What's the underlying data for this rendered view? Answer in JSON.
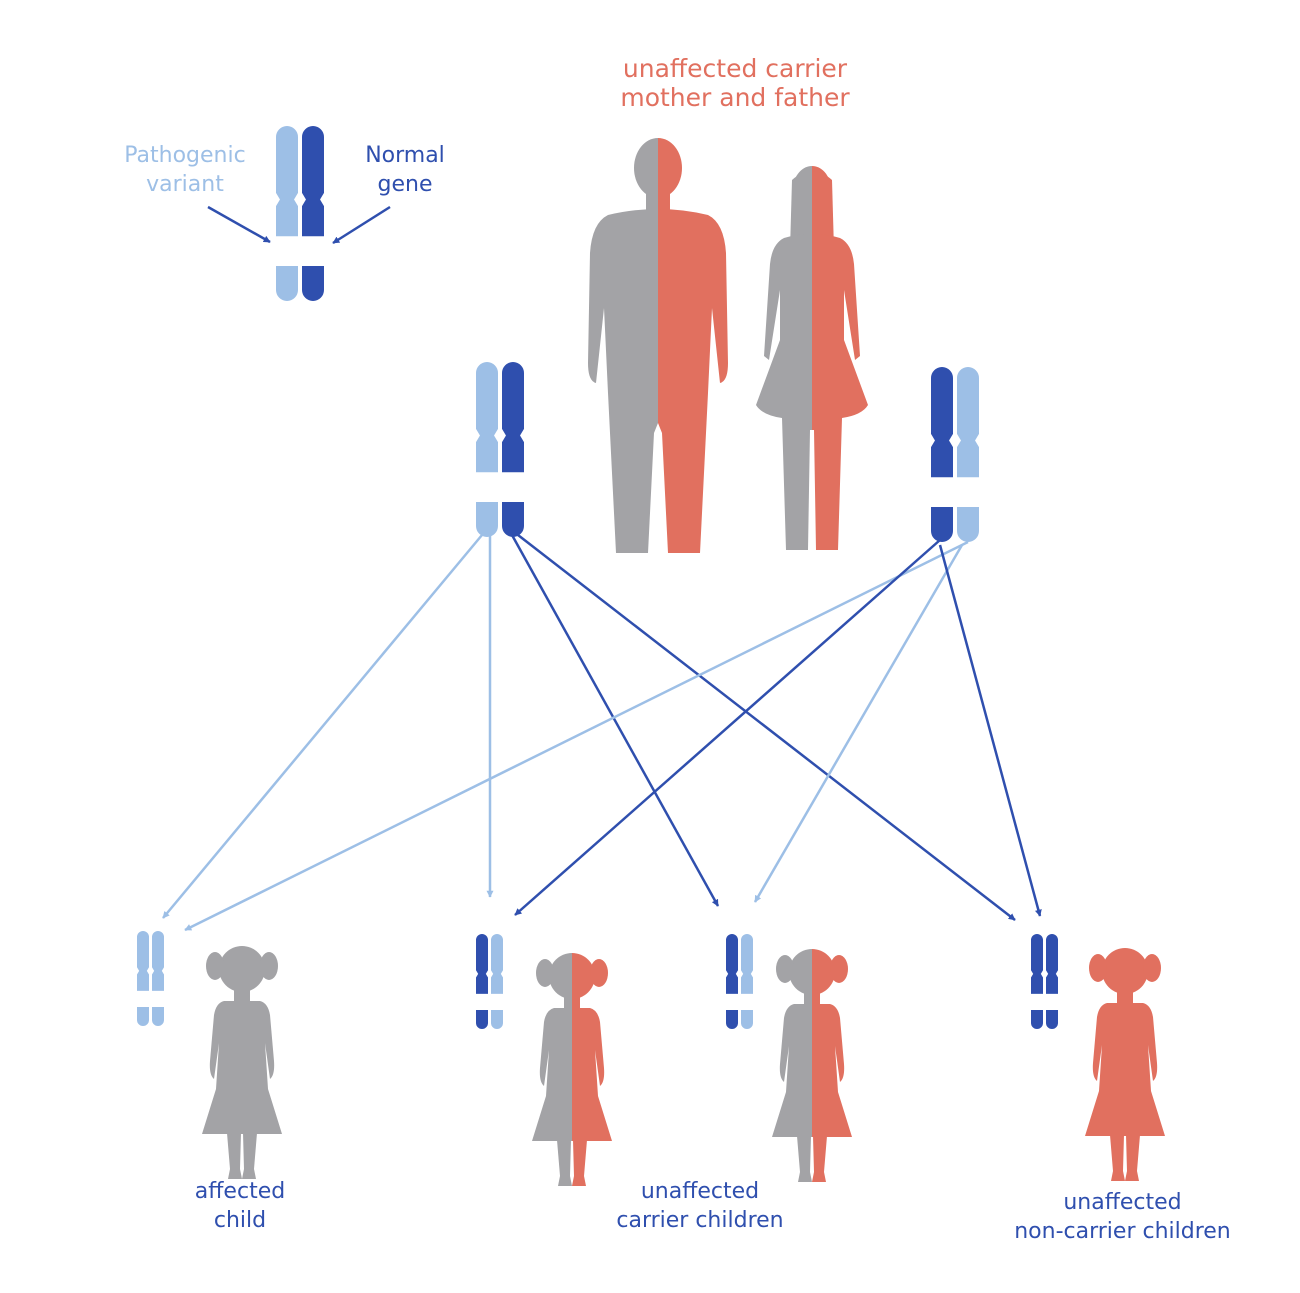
{
  "colors": {
    "pathogenic": "#9dbfe6",
    "normal": "#2f4fae",
    "affected": "#a3a3a6",
    "unaffected": "#e1705f",
    "band": "#ffffff"
  },
  "legend": {
    "pathogenic_label": [
      "Pathogenic",
      "variant"
    ],
    "normal_label": [
      "Normal",
      "gene"
    ]
  },
  "parents": {
    "title": [
      "unaffected carrier",
      "mother and father"
    ],
    "father_alleles": [
      "pathogenic",
      "normal"
    ],
    "mother_alleles": [
      "normal",
      "pathogenic"
    ]
  },
  "children": [
    {
      "group": "affected",
      "alleles": [
        "pathogenic",
        "pathogenic"
      ],
      "status": "affected"
    },
    {
      "group": "carrier",
      "alleles": [
        "normal",
        "pathogenic"
      ],
      "status": "carrier"
    },
    {
      "group": "carrier",
      "alleles": [
        "normal",
        "pathogenic"
      ],
      "status": "carrier"
    },
    {
      "group": "non-carrier",
      "alleles": [
        "normal",
        "normal"
      ],
      "status": "non-carrier"
    }
  ],
  "labels": {
    "affected": [
      "affected",
      "child"
    ],
    "carrier": [
      "unaffected",
      "carrier children"
    ],
    "noncarrier": [
      "unaffected",
      "non-carrier children"
    ]
  },
  "icons": [
    "chromosome-pair-icon",
    "man-silhouette-icon",
    "woman-silhouette-icon",
    "girl-silhouette-icon",
    "arrow-icon"
  ]
}
